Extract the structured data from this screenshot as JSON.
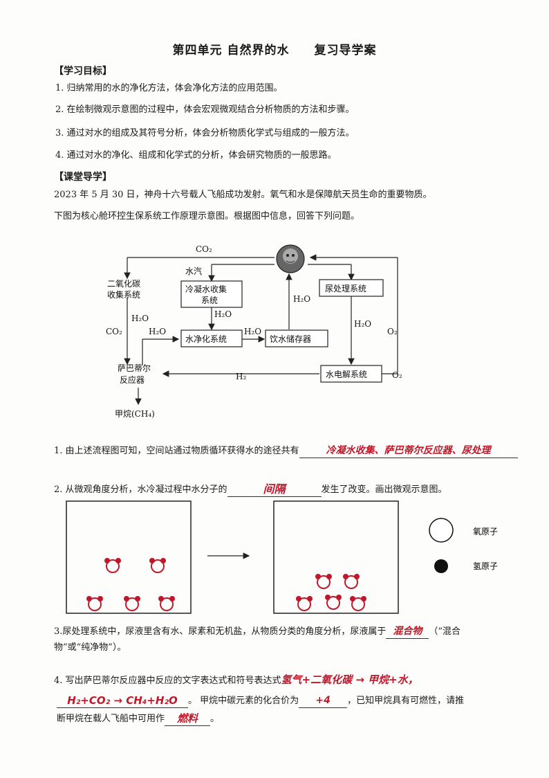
{
  "title": {
    "unit": "第四单元  自然界的水",
    "subtitle": "复习导学案"
  },
  "goals": {
    "heading": "【学习目标】",
    "items": [
      "1.  归纳常用的水的净化方法，体会净化方法的应用范围。",
      "2.  在绘制微观示意图的过程中，体会宏观微观结合分析物质的方法和步骤。",
      "3.  通过对水的组成及其符号分析，体会分析物质化学式与组成的一般方法。",
      "4.  通过对水的净化、组成和化学式的分析，体会研究物质的一般思路。"
    ]
  },
  "guide": {
    "heading": "【课堂导学】",
    "intro1": "2023 年 5 月 30 日，神舟十六号载人飞船成功发射。氧气和水是保障航天员生命的重要物质。",
    "intro2": "下图为核心舱环控生保系统工作原理示意图。根据图中信息，回答下列问题。"
  },
  "diagram": {
    "co2_top": "CO₂",
    "steam": "水汽",
    "co2_collect_1": "二氧化碳",
    "co2_collect_2": "收集系统",
    "condense_1": "冷凝水收集",
    "condense_2": "系统",
    "urine": "尿处理系统",
    "h2o_a": "H₂O",
    "h2o_b": "H₂O",
    "h2o_c": "H₂O",
    "h2o_d": "H₂O",
    "h2o_e": "H₂O",
    "h2o_f": "H₂O",
    "co2_left": "CO₂",
    "o2_right": "O₂",
    "purify": "水净化系统",
    "storage": "饮水储存器",
    "sabatier_1": "萨巴蒂尔",
    "sabatier_2": "反应器",
    "h2": "H₂",
    "electrolysis": "水电解系统",
    "o2_bottom": "O₂",
    "methane": "甲烷(CH₄)"
  },
  "questions": {
    "q1_text": "1. 由上述流程图可知，空间站通过物质循环获得水的途径共有",
    "q1_answer": "冷凝水收集、萨巴蒂尔反应器、尿处理",
    "q2_text_a": "2. 从微观角度分析，水冷凝过程中水分子的",
    "q2_answer": "间隔",
    "q2_text_b": "发生了改变。画出微观示意图。",
    "legend_oxygen": "氧原子",
    "legend_hydrogen": "氢原子",
    "q3_text_a": "3.尿处理系统中，尿液里含有水、尿素和无机盐，从物质分类的角度分析，尿液属于",
    "q3_answer": "混合物",
    "q3_text_b": "（“混合",
    "q3_text_c": "物”或“纯净物”）。",
    "q4_text_a": "4. 写出萨巴蒂尔反应器中反应的文字表达式和符号表达式",
    "q4_answer_word": "氢气+二氧化碳 → 甲烷+水，",
    "q4_answer_symbol": "H₂+CO₂ → CH₄+H₂O",
    "q4_text_b": "。  甲烷中碳元素的化合价为",
    "q4_answer_valence": "+4",
    "q4_text_c": "，已知甲烷具有可燃性，请推",
    "q4_text_d": "断甲烷在载人飞船中可用作",
    "q4_answer_use": "燃料",
    "q4_text_e": "。"
  }
}
